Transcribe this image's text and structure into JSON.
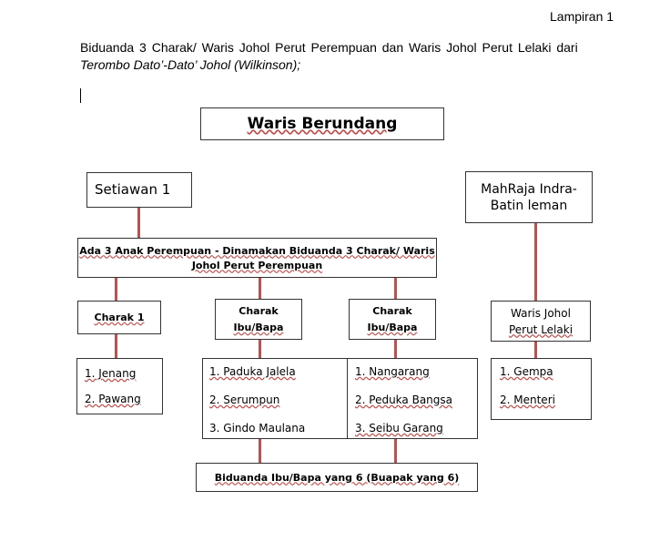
{
  "document": {
    "attachment_label": "Lampiran 1",
    "intro_line1": "Biduanda 3 Charak/ Waris Johol Perut Perempuan dan Waris Johol Perut Lelaki dari",
    "intro_line2": "Terombo Dato’-Dato’ Johol  (Wilkinson);"
  },
  "diagram": {
    "root": "Waris Berundang",
    "left_branch": "Setiawan 1",
    "right_branch_line1": "MahRaja Indra-",
    "right_branch_line2": "Batin leman",
    "daughters_line1": "Ada 3 Anak Perempuan - Dinamakan Biduanda 3 Charak/ Waris",
    "daughters_line2": "Johol Perut Perempuan",
    "charak1": "Charak 1",
    "charak2_line1": "Charak",
    "charak2_line2": "Ibu/Bapa",
    "charak3_line1": "Charak",
    "charak3_line2": "Ibu/Bapa",
    "waris_johol_line1": "Waris Johol",
    "waris_johol_line2": "Perut Lelaki",
    "list_charak1": [
      "1. Jenang",
      "2. Pawang"
    ],
    "list_charak2": [
      "1. Paduka Jalela",
      "2. Serumpun",
      "3. Gindo Maulana"
    ],
    "list_charak3": [
      "1. Nangarang",
      "2. Peduka Bangsa",
      "3. Seibu Garang"
    ],
    "list_waris_johol": [
      "1. Gempa",
      "2. Menteri"
    ],
    "bottom": "Biduanda Ibu/Bapa yang 6 (Buapak yang 6)",
    "connector_color": "#c0504d"
  }
}
